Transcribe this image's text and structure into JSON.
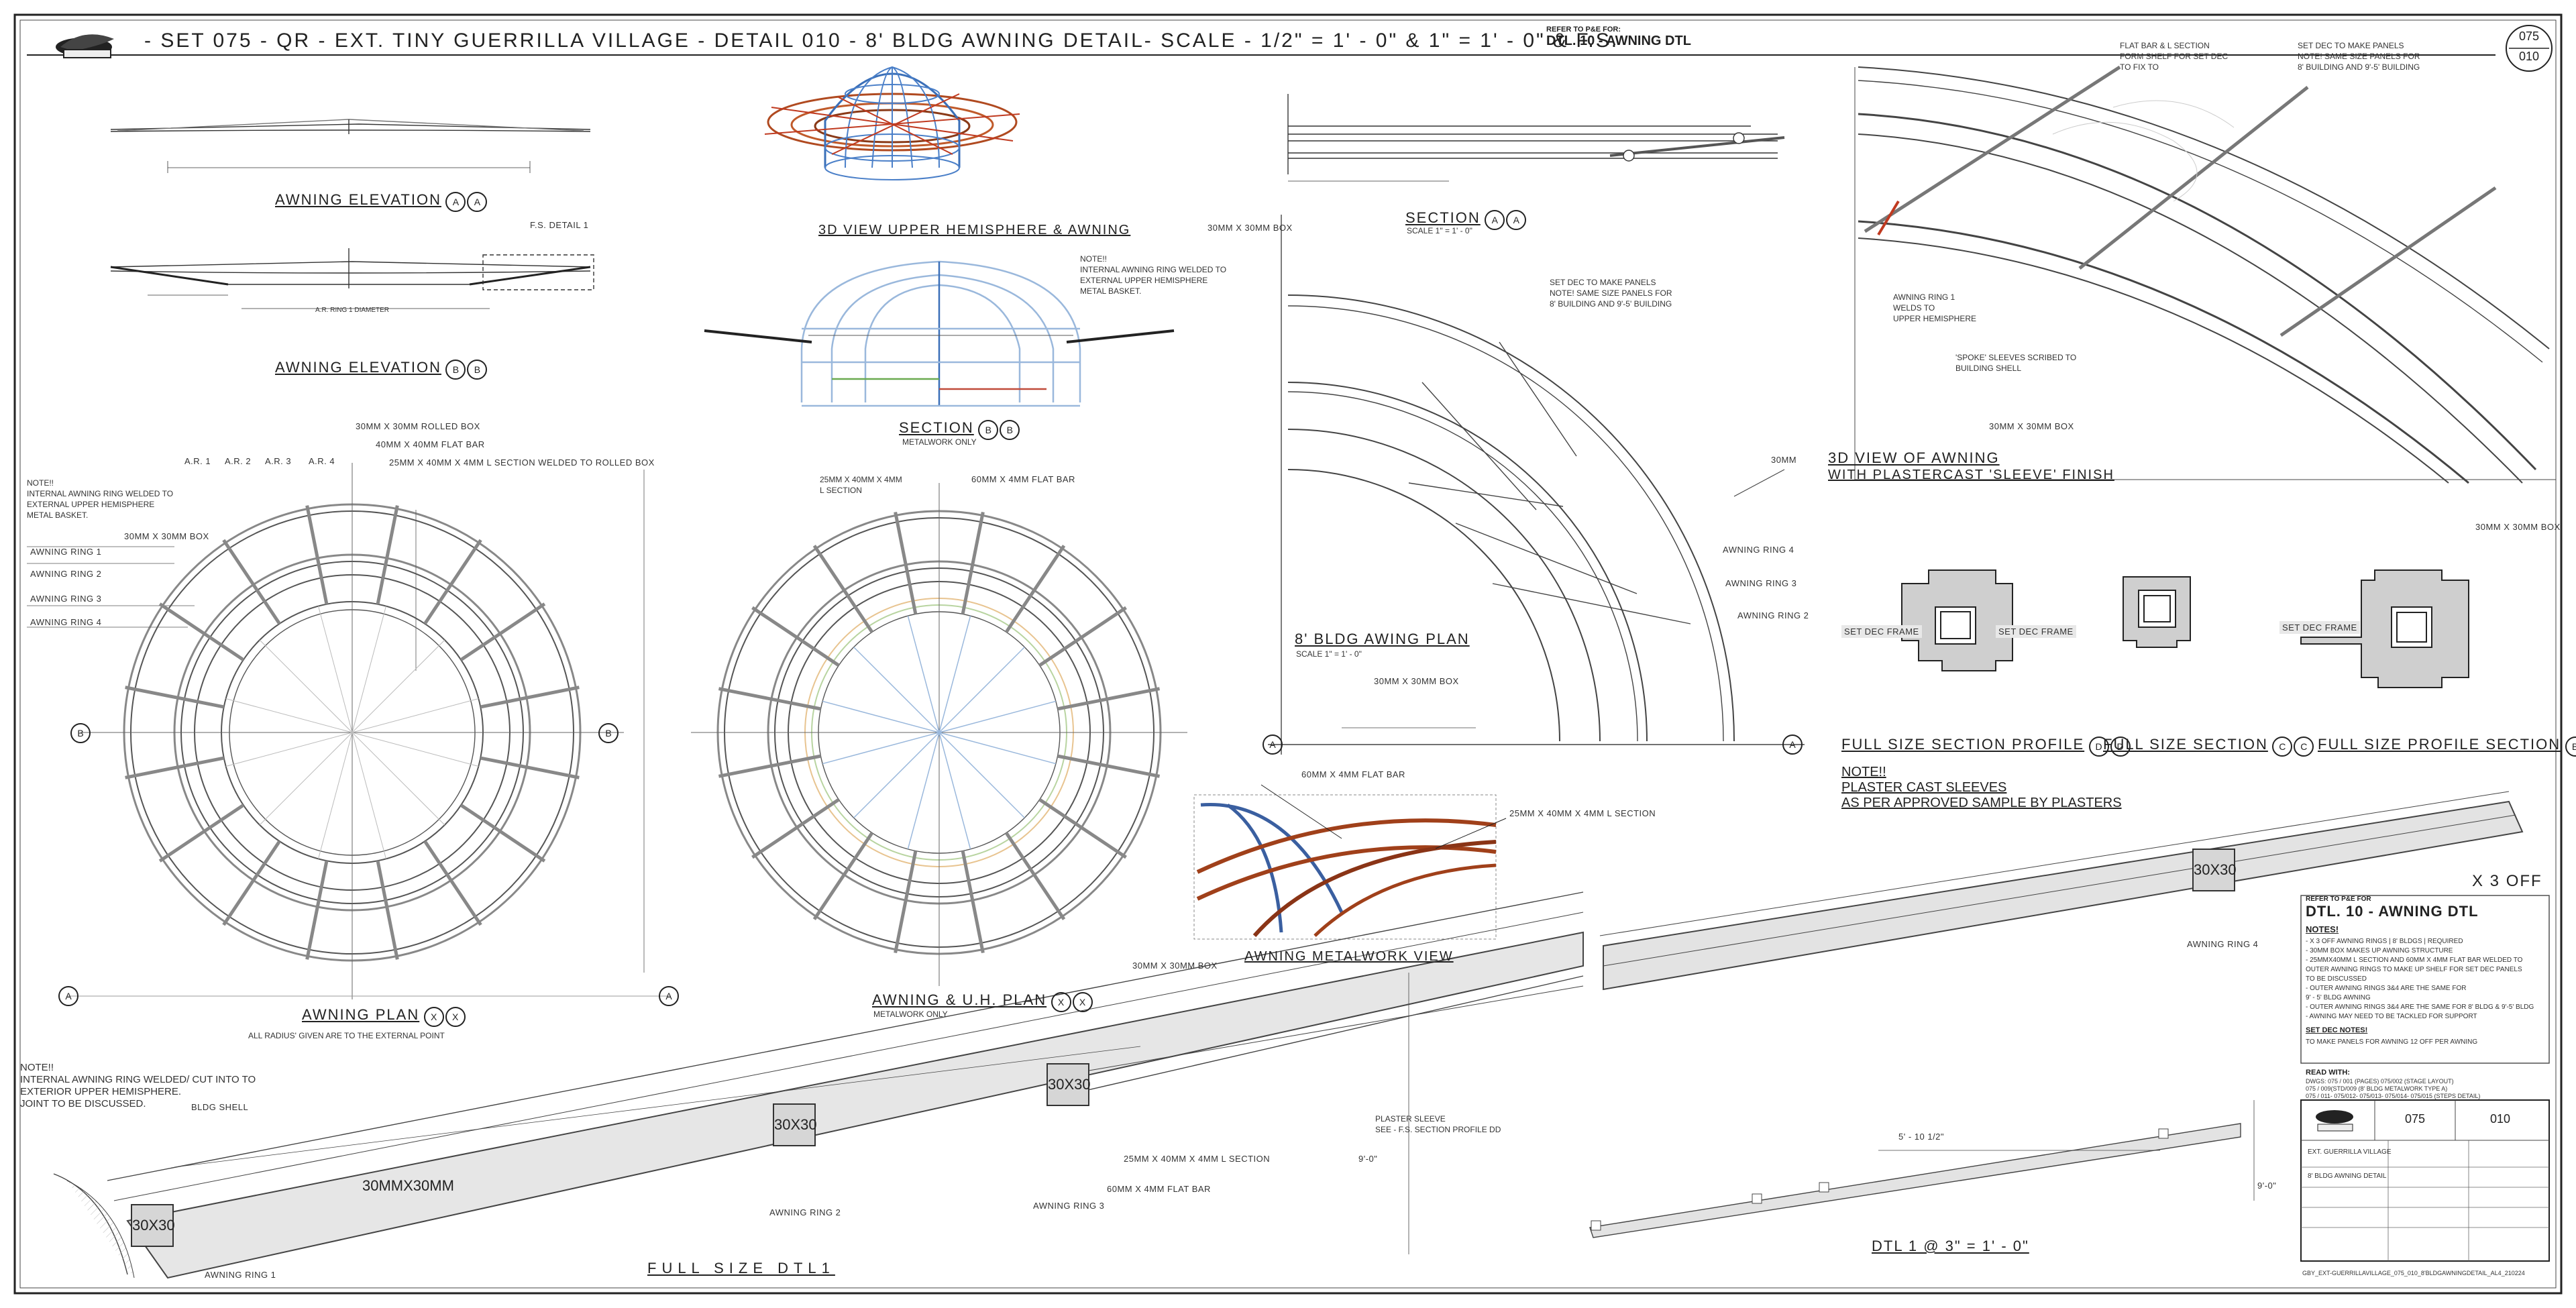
{
  "header": {
    "title": "- SET 075 - QR - EXT. TINY GUERRILLA VILLAGE - DETAIL 010 - 8' BLDG AWNING DETAIL- SCALE - 1/2\" = 1' - 0\" & 1\" = 1' - 0\" & F.S.",
    "refer_label": "REFER TO P&E FOR:",
    "refer_value": "DTL. 10 - AWNING DTL",
    "sheet_top": "075",
    "sheet_bottom": "010"
  },
  "views": {
    "awning_elevation_aa": {
      "label": "AWNING ELEVATION",
      "b1": "A",
      "b2": "A"
    },
    "awning_elevation_bb": {
      "label": "AWNING ELEVATION",
      "b1": "B",
      "b2": "B",
      "fs_detail": "F.S. DETAIL 1",
      "note": "A.R. RING 1 DIAMETER"
    },
    "view_3d_upper": {
      "label": "3D VIEW UPPER HEMISPHERE & AWNING"
    },
    "section_bb": {
      "label": "SECTION",
      "b1": "B",
      "b2": "B",
      "sub": "METALWORK ONLY",
      "note": "NOTE!!\nINTERNAL AWNING RING WELDED TO\nEXTERNAL UPPER HEMISPHERE\nMETAL BASKET."
    },
    "section_aa": {
      "label": "SECTION",
      "b1": "A",
      "b2": "A",
      "sub": "SCALE 1\" = 1' - 0\""
    },
    "plan_8bldg": {
      "label": "8' BLDG AWING PLAN",
      "sub": "SCALE 1\" = 1' - 0\""
    },
    "awning_plan": {
      "label": "AWNING PLAN",
      "b1": "X",
      "b2": "X",
      "sub": "ALL RADIUS' GIVEN ARE TO THE EXTERNAL POINT"
    },
    "awning_uh_plan": {
      "label": "AWNING & U.H. PLAN",
      "b1": "X",
      "b2": "X",
      "sub": "METALWORK ONLY"
    },
    "metalwork_view": {
      "label": "AWNING METALWORK VIEW"
    },
    "view_3d_awning": {
      "label": "3D VIEW OF AWNING",
      "sub": "WITH PLASTERCAST 'SLEEVE' FINISH"
    },
    "fs_section_dd": {
      "label": "FULL SIZE SECTION PROFILE",
      "b1": "D",
      "b2": "D"
    },
    "fs_section_cc": {
      "label": "FULL SIZE SECTION",
      "b1": "C",
      "b2": "C"
    },
    "fs_profile_bb": {
      "label": "FULL SIZE PROFILE SECTION",
      "b1": "B",
      "b2": "B"
    },
    "full_size_dtl1": {
      "label": "FULL SIZE DTL1"
    },
    "dtl1": {
      "label": "DTL 1 @ 3\" = 1' - 0\""
    }
  },
  "annotations": {
    "rolled_box": "30MM X 30MM ROLLED BOX",
    "flat_bar": "40MM X 40MM FLAT BAR",
    "l_section_rolled": "25MM X 40MM X 4MM L SECTION WELDED TO ROLLED BOX",
    "ar_labels": [
      "A.R. 1",
      "A.R. 2",
      "A.R. 3",
      "A.R. 4"
    ],
    "plan_note": "NOTE!!\nINTERNAL AWNING RING WELDED TO\nEXTERNAL UPPER HEMISPHERE\nMETAL BASKET.",
    "box_30": "30MM X 30MM BOX",
    "rings": [
      "AWNING RING 1",
      "AWNING RING 2",
      "AWNING RING 3",
      "AWNING RING 4"
    ],
    "l_section_uh": "25MM X 40MM X 4MM\nL SECTION",
    "flat_bar_uh": "60MM X 4MM FLAT BAR",
    "set_dec_plan": "SET DEC TO MAKE PANELS\nNOTE! SAME SIZE PANELS FOR\n8' BUILDING AND 9'-5' BUILDING",
    "plan_dim": "30MM",
    "metal_flat_bar": "60MM X 4MM FLAT BAR",
    "metal_l_section": "25MM X 40MM X 4MM L SECTION",
    "flat_bar_shelf": "FLAT BAR & L SECTION\nFORM SHELF FOR SET DEC\nTO FIX TO",
    "set_dec_3d": "SET DEC TO MAKE PANELS\nNOTE! SAME SIZE PANELS FOR\n8' BUILDING AND 9'-5' BUILDING",
    "ring1_welds": "AWNING RING 1\nWELDS TO\nUPPER HEMISPHERE",
    "spoke_sleeves": "'SPOKE' SLEEVES SCRIBED TO\nBUILDING SHELL",
    "set_dec_frame": "SET DEC FRAME",
    "plaster_note": "NOTE!!\nPLASTER CAST SLEEVES\nAS PER APPROVED SAMPLE BY PLASTERS",
    "x3_off": "X 3 OFF",
    "box_label": "30X30",
    "long_box_label": "30MMX30MM",
    "fs_note": "NOTE!!\nINTERNAL AWNING RING WELDED/ CUT INTO TO\nEXTERIOR UPPER HEMISPHERE.\nJOINT TO BE DISCUSSED.",
    "bldg_shell": "BLDG SHELL",
    "plaster_sleeve": "PLASTER SLEEVE\nSEE - F.S. SECTION PROFILE DD",
    "fs_l_section": "25MM X 40MM X 4MM L SECTION",
    "fs_flat_bar": "60MM X 4MM FLAT BAR",
    "dim_90": "9'-0\"",
    "dim_dtl": "5' - 10 1/2\""
  },
  "notes": {
    "refer": "REFER TO P&E FOR",
    "title": "DTL. 10 - AWNING DTL",
    "head": "NOTES!",
    "items": [
      "- X 3 OFF AWNING RINGS | 8' BLDGS | REQUIRED",
      "- 30MM BOX MAKES UP AWNING STRUCTURE",
      "- 25MMX40MM L SECTION AND 60MM X 4MM FLAT BAR WELDED TO",
      "  OUTER AWNING RINGS TO MAKE UP SHELF FOR SET DEC PANELS",
      "  TO BE DISCUSSED",
      "- OUTER AWNING RINGS 3&4 ARE THE SAME FOR",
      "  9' - 5' BLDG AWNING",
      "- OUTER AWNING RINGS 3&4 ARE THE SAME FOR 8' BLDG & 9'-5' BLDG",
      "- AWNING MAY NEED TO BE TACKLED FOR SUPPORT"
    ],
    "setdec_head": "SET DEC NOTES!",
    "setdec_item": "TO MAKE PANELS FOR AWNING 12 OFF PER AWNING",
    "read_with": "READ WITH:",
    "read_items": [
      "DWGS: 075 / 001 (PAGES) 075/002 (STAGE LAYOUT)",
      "075 / 009(STD/009 (8' BLDG METALWORK TYPE A)",
      "075 / 011- 075/012- 075/013- 075/014- 075/015 (STEPS DETAIL)"
    ]
  },
  "title_block": {
    "set": "075",
    "detail": "010",
    "project": "EXT. GUERRILLA VILLAGE",
    "drawing": "8' BLDG AWNING DETAIL",
    "filename": "GBY_EXT-GUERRILLAVILLAGE_075_010_8'BLDGAWNINGDETAIL_AL4_210224"
  }
}
